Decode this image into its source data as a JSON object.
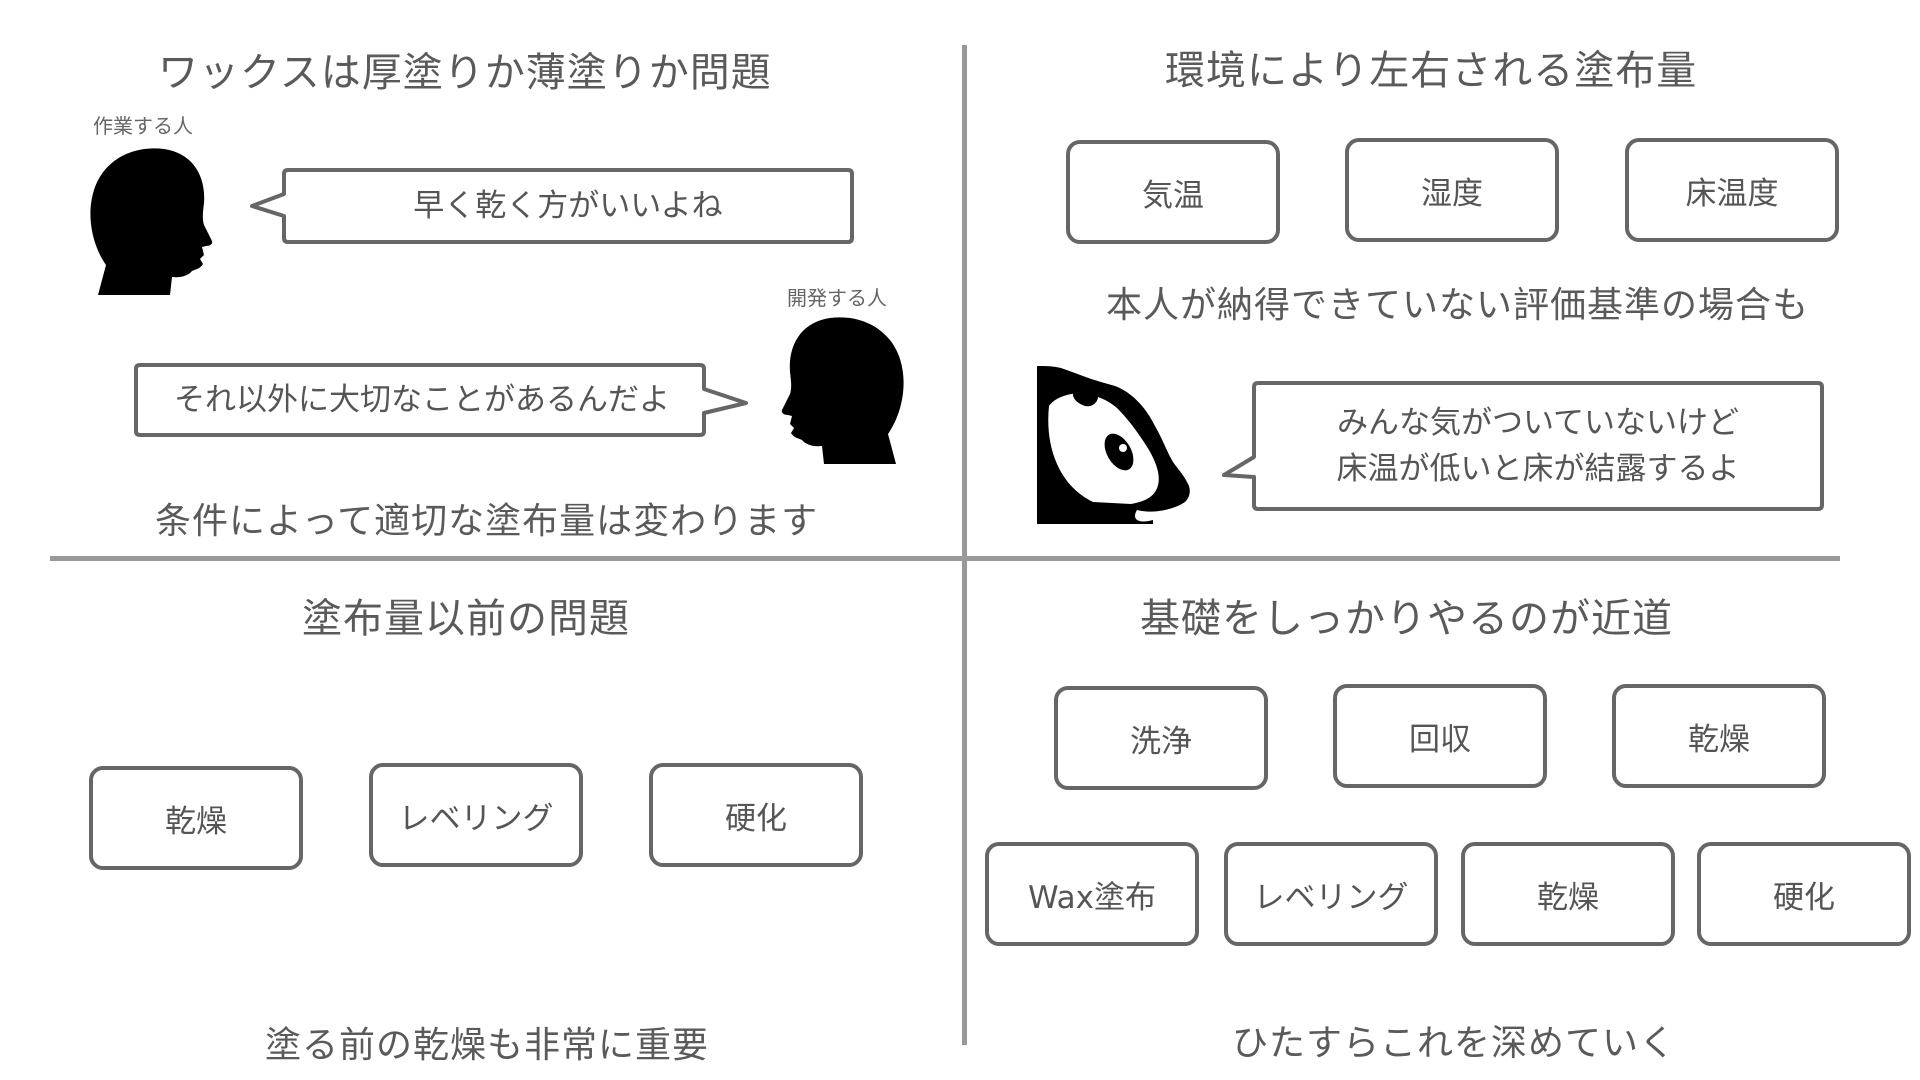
{
  "q1": {
    "title": "ワックスは厚塗りか薄塗りか問題",
    "worker_label": "作業する人",
    "worker_bubble": "早く乾く方がいいよね",
    "developer_label": "開発する人",
    "developer_bubble": "それ以外に大切なことがあるんだよ",
    "caption": "条件によって適切な塗布量は変わります"
  },
  "q2": {
    "title": "環境により左右される塗布量",
    "factors": [
      "気温",
      "湿度",
      "床温度"
    ],
    "caption": "本人が納得できていない評価基準の場合も",
    "panda_bubble_line1": "みんな気がついていないけど",
    "panda_bubble_line2": "床温が低いと床が結露するよ"
  },
  "q3": {
    "title": "塗布量以前の問題",
    "steps": [
      "乾燥",
      "レベリング",
      "硬化"
    ],
    "caption": "塗る前の乾燥も非常に重要"
  },
  "q4": {
    "title": "基礎をしっかりやるのが近道",
    "steps_row1": [
      "洗浄",
      "回収",
      "乾燥"
    ],
    "steps_row2": [
      "Wax塗布",
      "レベリング",
      "乾燥",
      "硬化"
    ],
    "caption": "ひたすらこれを深めていく"
  },
  "colors": {
    "text": "#555555",
    "border": "#666666",
    "divider": "#999999",
    "silhouette": "#000000"
  },
  "icons": [
    "worker-head-icon",
    "developer-head-icon",
    "panda-icon"
  ]
}
